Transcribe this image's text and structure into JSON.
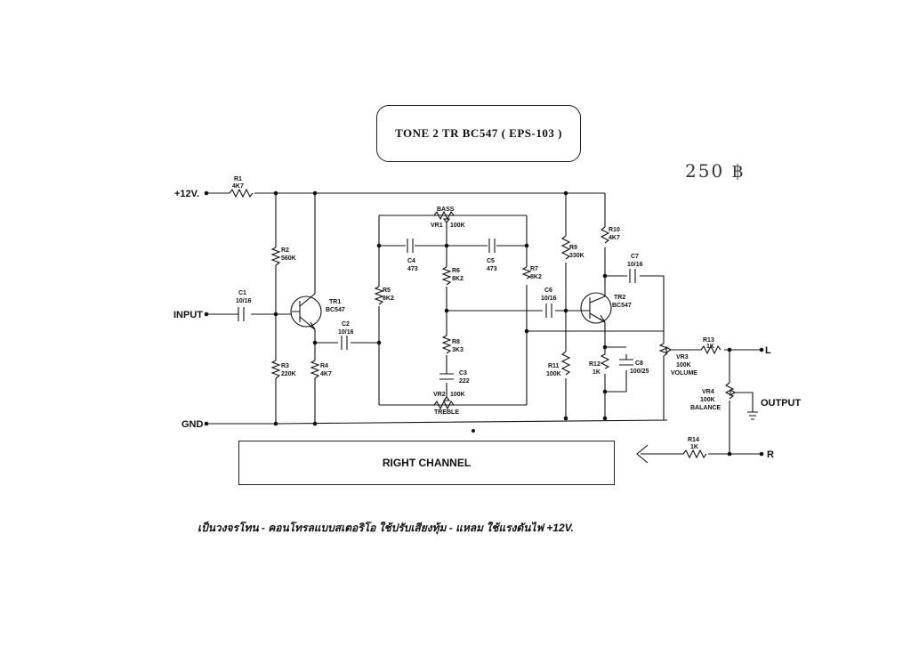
{
  "title": "TONE 2 TR BC547 ( EPS-103 )",
  "handwritten_price": "250 ฿",
  "channel_box": "RIGHT CHANNEL",
  "caption": "เป็นวงจรโทน - คอนโทรลแบบสเตอริโอ ใช้ปรับเสียงทุ้ม - แหลม ใช้แรงดันไฟ +12V.",
  "terminals": {
    "vcc": "+12V.",
    "input": "INPUT",
    "gnd": "GND",
    "left": "L",
    "right": "R",
    "output": "OUTPUT"
  },
  "components": {
    "r1": [
      "R1",
      "4K7"
    ],
    "r2": [
      "R2",
      "560K"
    ],
    "r3": [
      "R3",
      "220K"
    ],
    "r4": [
      "R4",
      "4K7"
    ],
    "r5": [
      "R5",
      "8K2"
    ],
    "r6": [
      "R6",
      "8K2"
    ],
    "r7": [
      "R7",
      "8K2"
    ],
    "r8": [
      "R8",
      "3K3"
    ],
    "r9": [
      "R9",
      "330K"
    ],
    "r10": [
      "R10",
      "4K7"
    ],
    "r11": [
      "R11",
      "100K"
    ],
    "r12": [
      "R12",
      "1K"
    ],
    "r13": [
      "R13",
      "1K"
    ],
    "r14": [
      "R14",
      "1K"
    ],
    "c1": [
      "C1",
      "10/16"
    ],
    "c2": [
      "C2",
      "10/16"
    ],
    "c3": [
      "C3",
      "222"
    ],
    "c4": [
      "C4",
      "473"
    ],
    "c5": [
      "C5",
      "473"
    ],
    "c6": [
      "C6",
      "10/16"
    ],
    "c7": [
      "C7",
      "10/16"
    ],
    "c8": [
      "C8",
      "100/25"
    ],
    "tr1": [
      "TR1",
      "BC547"
    ],
    "tr2": [
      "TR2",
      "BC547"
    ],
    "vr1": [
      "BASS",
      "VR1",
      "100K"
    ],
    "vr2": [
      "VR2",
      "100K",
      "TREBLE"
    ],
    "vr3": [
      "VR3",
      "100K",
      "VOLUME"
    ],
    "vr4": [
      "VR4",
      "100K",
      "BALANCE"
    ]
  }
}
